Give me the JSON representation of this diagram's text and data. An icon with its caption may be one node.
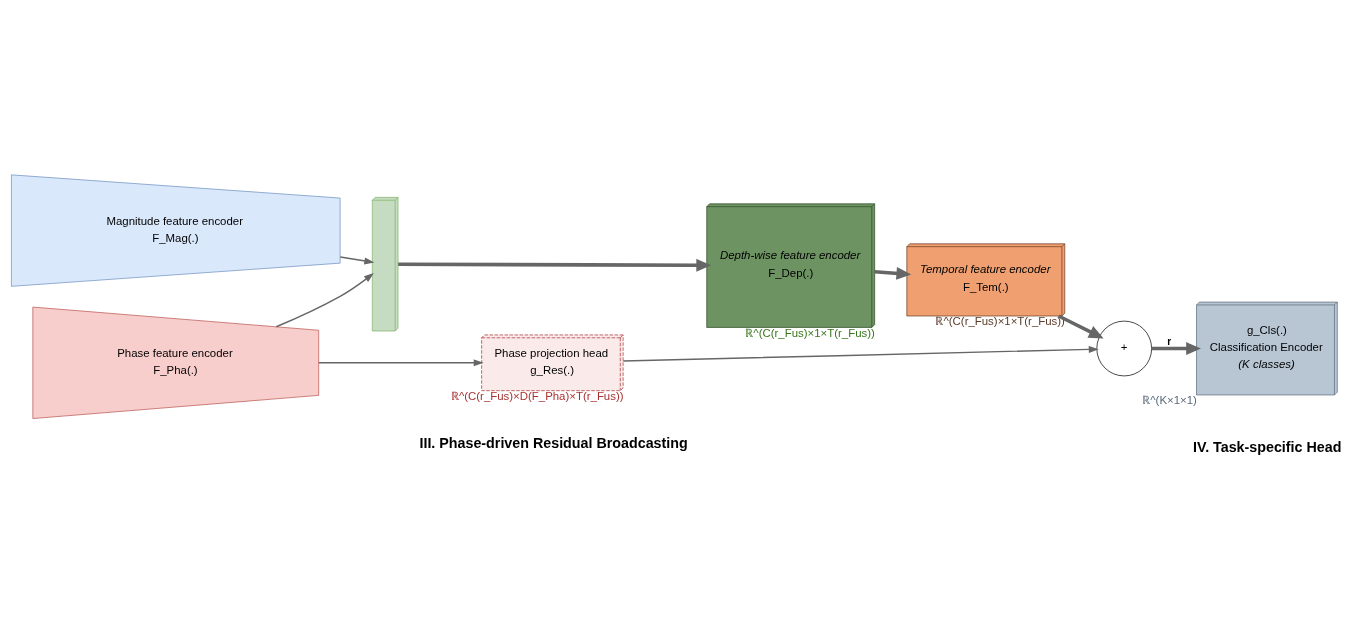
{
  "diagram": {
    "nodes": [
      {
        "text": [
          "Magnitude feature encoder",
          "F_Mag(.)"
        ]
      },
      {
        "text": [
          "Phase feature encoder",
          "F_Pha(.)"
        ]
      },
      {
        "text": [],
        "shape": "box"
      },
      {
        "text": [
          "Depth-wise feature encoder",
          "F_Dep(.)"
        ],
        "beside": [
          "ℝ^(C(r_Fus)×1×T(r_Fus))"
        ]
      },
      {
        "text": [
          "Temporal feature encoder",
          "F_Tem(.)"
        ],
        "beside": [
          "ℝ^(C(r_Fus)×1×T(r_Fus))"
        ]
      },
      {
        "text": [
          "+"
        ]
      },
      {
        "text": [
          "g_Cls(.)",
          "Classification Encoder",
          "(K classes)"
        ],
        "beside": [
          "ℝ^(K×1×1)"
        ]
      },
      {
        "text": [
          "Phase projection head",
          "g_Res(.)"
        ],
        "beside": [
          "ℝ^(C(r_Fus)×D(F_Pha)×T(r_Fus))"
        ]
      }
    ],
    "edges": [
      {
        "from": 0,
        "to": 2,
        "arrow": "to"
      },
      {
        "from": 1,
        "to": 2,
        "arrow": "to"
      },
      {
        "from": 1,
        "to": 7,
        "arrow": "to"
      },
      {
        "from": 2,
        "to": 3,
        "arrow": "to",
        "style": "thick"
      },
      {
        "from": 3,
        "to": 4,
        "arrow": "to",
        "style": "thick"
      },
      {
        "from": 4,
        "to": 5,
        "arrow": "to",
        "style": "thick"
      },
      {
        "from": 7,
        "to": 5,
        "arrow": "to"
      },
      {
        "from": 5,
        "to": 6,
        "arrow": "to",
        "style": "thick",
        "label": "r"
      }
    ],
    "labels": [
      "III. Phase-driven Residual Broadcasting",
      "IV. Task-specific Head"
    ]
  }
}
